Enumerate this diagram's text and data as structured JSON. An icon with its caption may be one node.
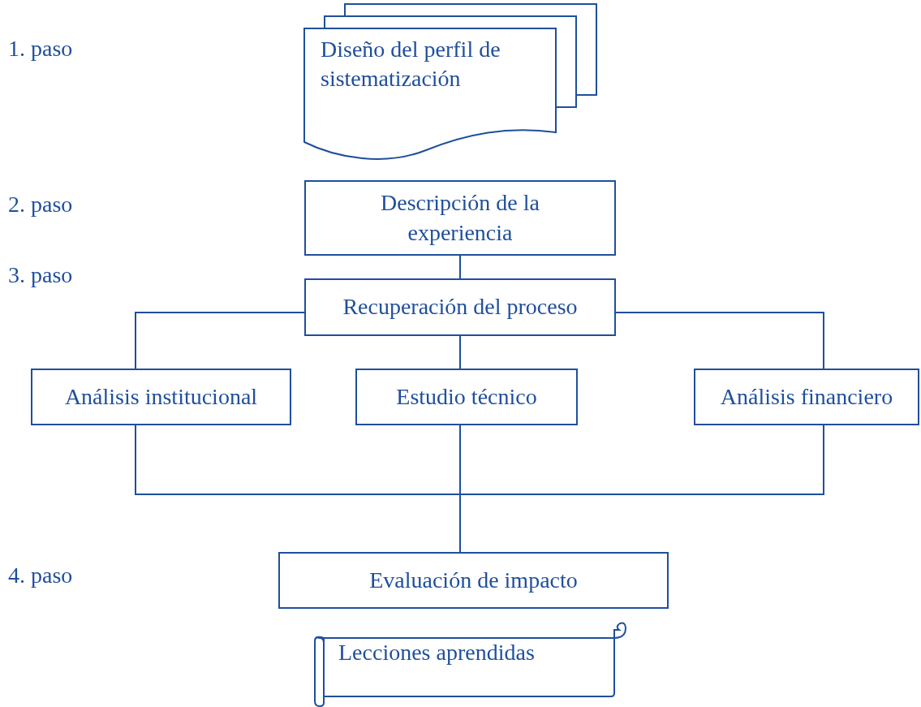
{
  "diagram": {
    "nodes": [
      {
        "text": [
          "Diseño del perfil de sistematización"
        ]
      },
      {
        "text": [
          "Descripción de la experiencia"
        ]
      },
      {
        "text": [
          "Recuperación del proceso"
        ]
      },
      {
        "text": [
          "Análisis institucional"
        ]
      },
      {
        "text": [
          "Estudio técnico"
        ]
      },
      {
        "text": [
          "Análisis financiero"
        ]
      },
      {
        "text": [
          "Evaluación de impacto"
        ]
      },
      {
        "text": [
          "Lecciones aprendidas"
        ]
      }
    ],
    "edges": [
      {
        "from": 1,
        "to": 2,
        "arrow": "none"
      },
      {
        "from": 2,
        "to": 3,
        "arrow": "none"
      },
      {
        "from": 2,
        "to": 4,
        "arrow": "none"
      },
      {
        "from": 2,
        "to": 5,
        "arrow": "none"
      },
      {
        "from": 3,
        "to": 6,
        "arrow": "none"
      },
      {
        "from": 4,
        "to": 6,
        "arrow": "none"
      },
      {
        "from": 5,
        "to": 6,
        "arrow": "none"
      }
    ],
    "labels": [
      "1. paso",
      "2. paso",
      "3. paso",
      "4. paso"
    ]
  }
}
